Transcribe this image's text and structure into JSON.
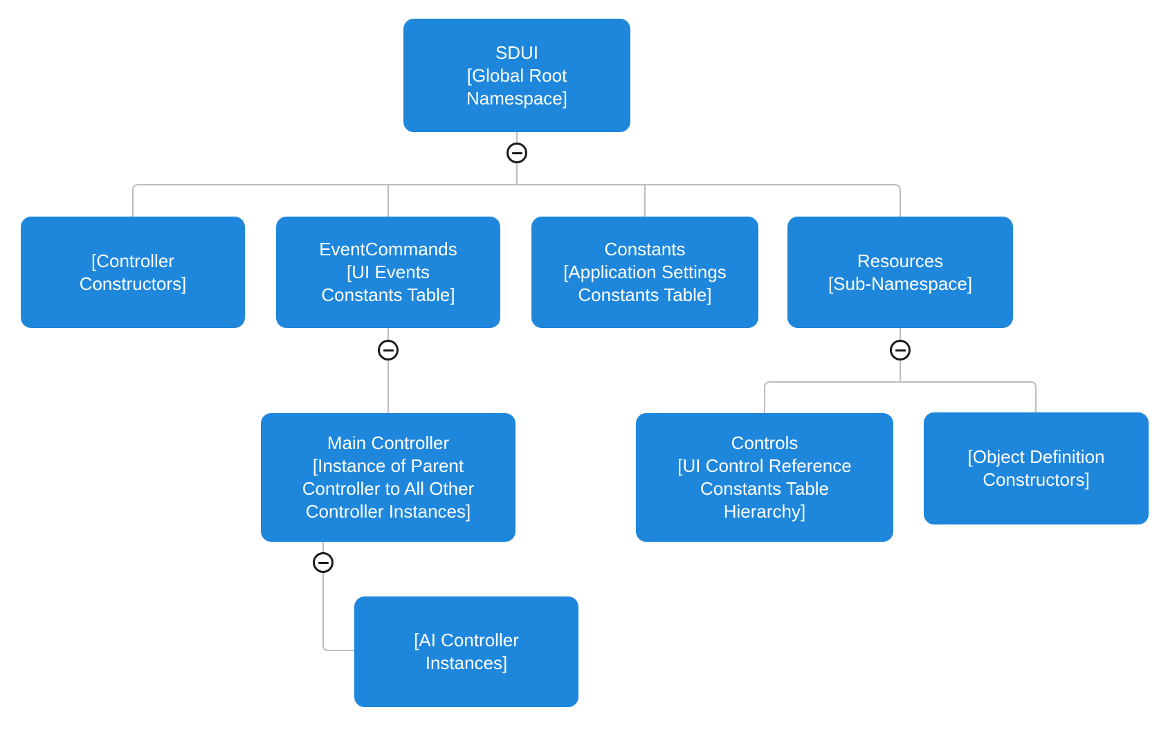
{
  "nodes": {
    "sdui": {
      "label": "SDUI\n[Global Root\nNamespace]"
    },
    "controller_constructors": {
      "label": "[Controller\nConstructors]"
    },
    "event_commands": {
      "label": "EventCommands\n[UI Events\nConstants Table]"
    },
    "constants": {
      "label": "Constants\n[Application Settings\nConstants Table]"
    },
    "resources": {
      "label": "Resources\n[Sub-Namespace]"
    },
    "main_controller": {
      "label": "Main Controller\n[Instance of Parent\nController to All Other\nController Instances]"
    },
    "ai_controller_instances": {
      "label": "[AI Controller\nInstances]"
    },
    "controls": {
      "label": "Controls\n[UI Control Reference\nConstants Table\nHierarchy]"
    },
    "object_definition_constructors": {
      "label": "[Object Definition\nConstructors]"
    }
  },
  "colors": {
    "node_fill": "#1E87DC",
    "node_text": "#FFFFFF",
    "connector": "#BDBDBD",
    "collapse_stroke": "#1A1A1A",
    "background": "#FFFFFF"
  }
}
